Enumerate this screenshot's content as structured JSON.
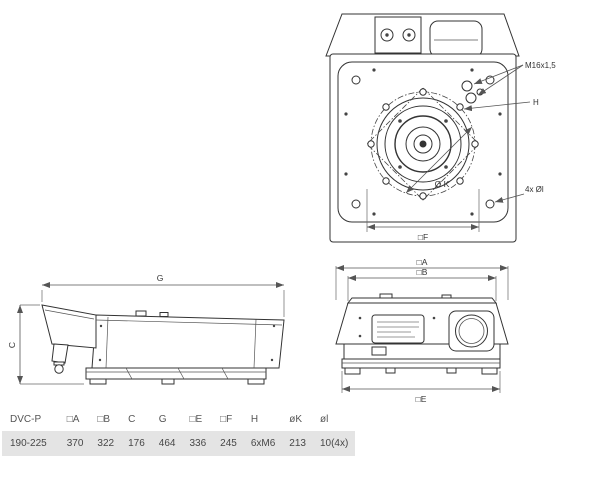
{
  "top_view": {
    "labels": {
      "thread": "M16x1,5",
      "hole_h": "H",
      "corner_holes": "4x Øl",
      "bolt_circle": "Ø K",
      "dim_f": "□F"
    }
  },
  "side_view": {
    "labels": {
      "dim_g": "G",
      "dim_c": "C"
    }
  },
  "front_view": {
    "labels": {
      "dim_a": "□A",
      "dim_b": "□B",
      "dim_e": "□E"
    }
  },
  "table": {
    "headers": [
      "DVC-P",
      "□A",
      "□B",
      "C",
      "G",
      "□E",
      "□F",
      "H",
      "øK",
      "øl"
    ],
    "rows": [
      [
        "190-225",
        "370",
        "322",
        "176",
        "464",
        "336",
        "245",
        "6xM6",
        "213",
        "10(4x)"
      ]
    ]
  },
  "colors": {
    "line": "#333333",
    "dimension_line": "#555555",
    "table_row_background": "#e4e4e4",
    "background": "#ffffff"
  }
}
